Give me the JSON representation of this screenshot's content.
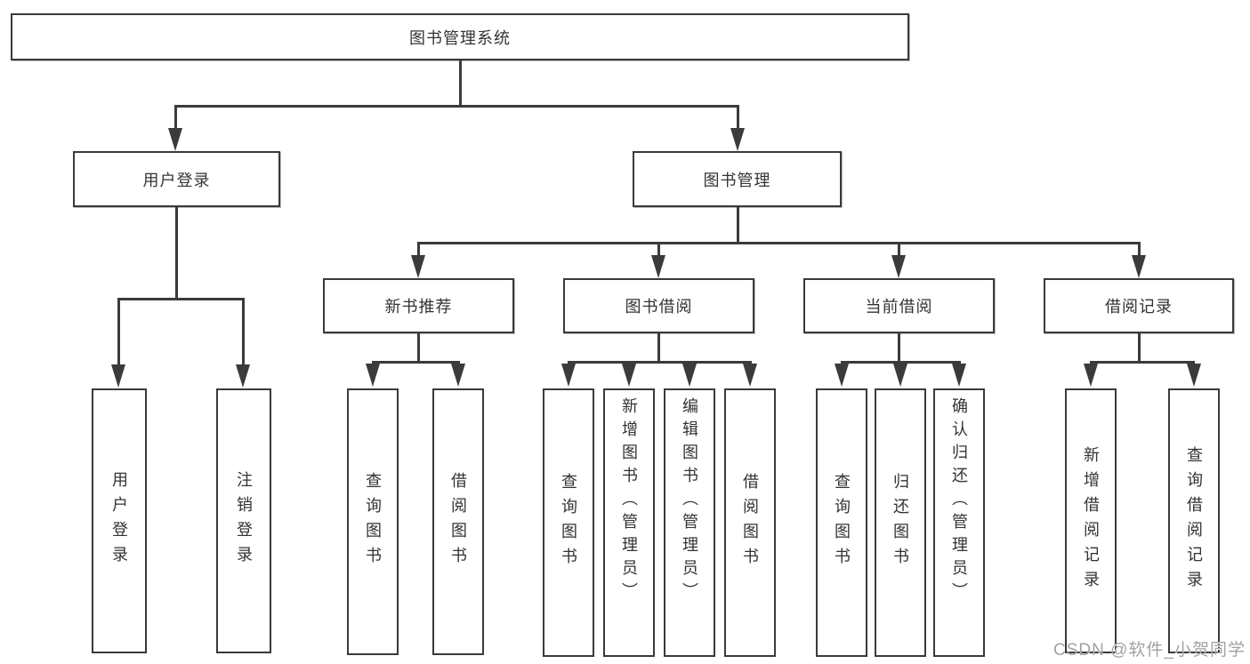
{
  "diagram": {
    "title_node": "图书管理系统",
    "nodes": {
      "root": {
        "label": "图书管理系统"
      },
      "user_login": {
        "label": "用户登录"
      },
      "book_mgmt": {
        "label": "图书管理"
      },
      "new_book": {
        "label": "新书推荐"
      },
      "book_borrow": {
        "label": "图书借阅"
      },
      "current_borrow": {
        "label": "当前借阅"
      },
      "borrow_record": {
        "label": "借阅记录"
      },
      "user_login_leaf": {
        "label": "用户登录"
      },
      "logout_leaf": {
        "label": "注销登录"
      },
      "nb_query": {
        "label": "查询图书"
      },
      "nb_borrow": {
        "label": "借阅图书"
      },
      "bb_query": {
        "label": "查询图书"
      },
      "bb_add": {
        "label": "新增图书（管理员）"
      },
      "bb_edit": {
        "label": "编辑图书（管理员）"
      },
      "bb_borrow": {
        "label": "借阅图书"
      },
      "cb_query": {
        "label": "查询图书"
      },
      "cb_return": {
        "label": "归还图书"
      },
      "cb_confirm": {
        "label": "确认归还（管理员）"
      },
      "br_add": {
        "label": "新增借阅记录"
      },
      "br_query": {
        "label": "查询借阅记录"
      }
    },
    "edges": [
      [
        "图书管理系统",
        "用户登录"
      ],
      [
        "图书管理系统",
        "图书管理"
      ],
      [
        "用户登录",
        "用户登录"
      ],
      [
        "用户登录",
        "注销登录"
      ],
      [
        "图书管理",
        "新书推荐"
      ],
      [
        "图书管理",
        "图书借阅"
      ],
      [
        "图书管理",
        "当前借阅"
      ],
      [
        "图书管理",
        "借阅记录"
      ],
      [
        "新书推荐",
        "查询图书"
      ],
      [
        "新书推荐",
        "借阅图书"
      ],
      [
        "图书借阅",
        "查询图书"
      ],
      [
        "图书借阅",
        "新增图书（管理员）"
      ],
      [
        "图书借阅",
        "编辑图书（管理员）"
      ],
      [
        "图书借阅",
        "借阅图书"
      ],
      [
        "当前借阅",
        "查询图书"
      ],
      [
        "当前借阅",
        "归还图书"
      ],
      [
        "当前借阅",
        "确认归还（管理员）"
      ],
      [
        "借阅记录",
        "新增借阅记录"
      ],
      [
        "借阅记录",
        "查询借阅记录"
      ]
    ]
  },
  "watermark": {
    "text": "CSDN @软件_小贺同学"
  },
  "colors": {
    "line": "#3b3b3b",
    "border": "#3a3a3a",
    "text": "#333333",
    "background": "#ffffff",
    "watermark": "#a2a2a2"
  }
}
